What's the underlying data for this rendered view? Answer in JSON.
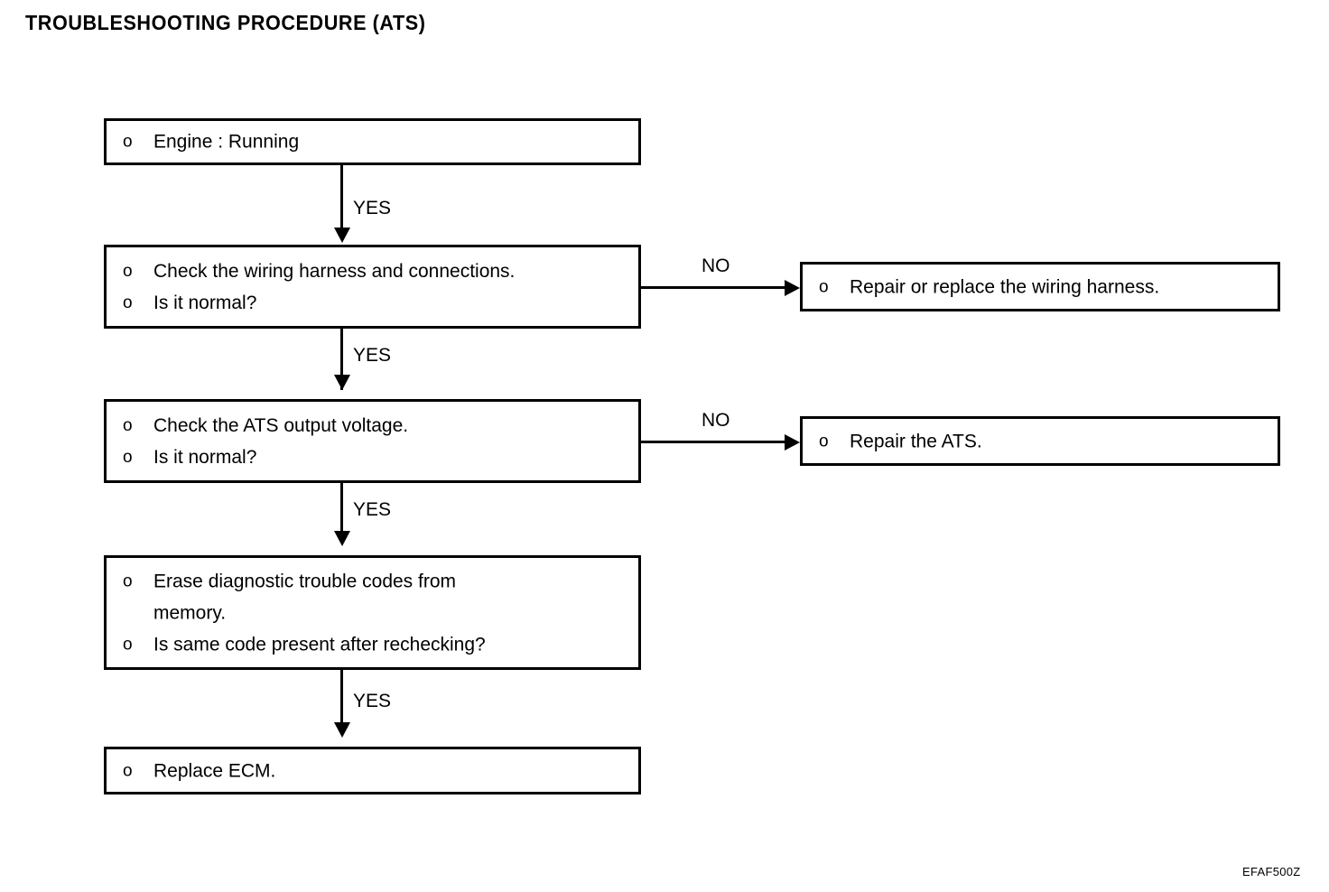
{
  "document": {
    "title": "TROUBLESHOOTING PROCEDURE (ATS)",
    "figure_code": "EFAF500Z",
    "ink_color": "#000000",
    "background_color": "#ffffff"
  },
  "bullet_glyph": "o",
  "nodes": {
    "engine_running": {
      "lines": [
        "Engine : Running"
      ]
    },
    "check_wiring": {
      "lines": [
        "Check the wiring harness and connections.",
        "Is it normal?"
      ]
    },
    "repair_wiring": {
      "lines": [
        "Repair or replace the wiring harness."
      ]
    },
    "check_ats_voltage": {
      "lines": [
        "Check the ATS output voltage.",
        "Is it normal?"
      ]
    },
    "repair_ats": {
      "lines": [
        "Repair the ATS."
      ]
    },
    "erase_codes": {
      "lines": [
        "Erase diagnostic trouble codes from",
        "memory.",
        "Is same code present after rechecking?"
      ]
    },
    "replace_ecm": {
      "lines": [
        "Replace ECM."
      ]
    }
  },
  "edges": {
    "yes_1": "YES",
    "yes_2": "YES",
    "yes_3": "YES",
    "no_1": "NO",
    "no_2": "NO"
  }
}
